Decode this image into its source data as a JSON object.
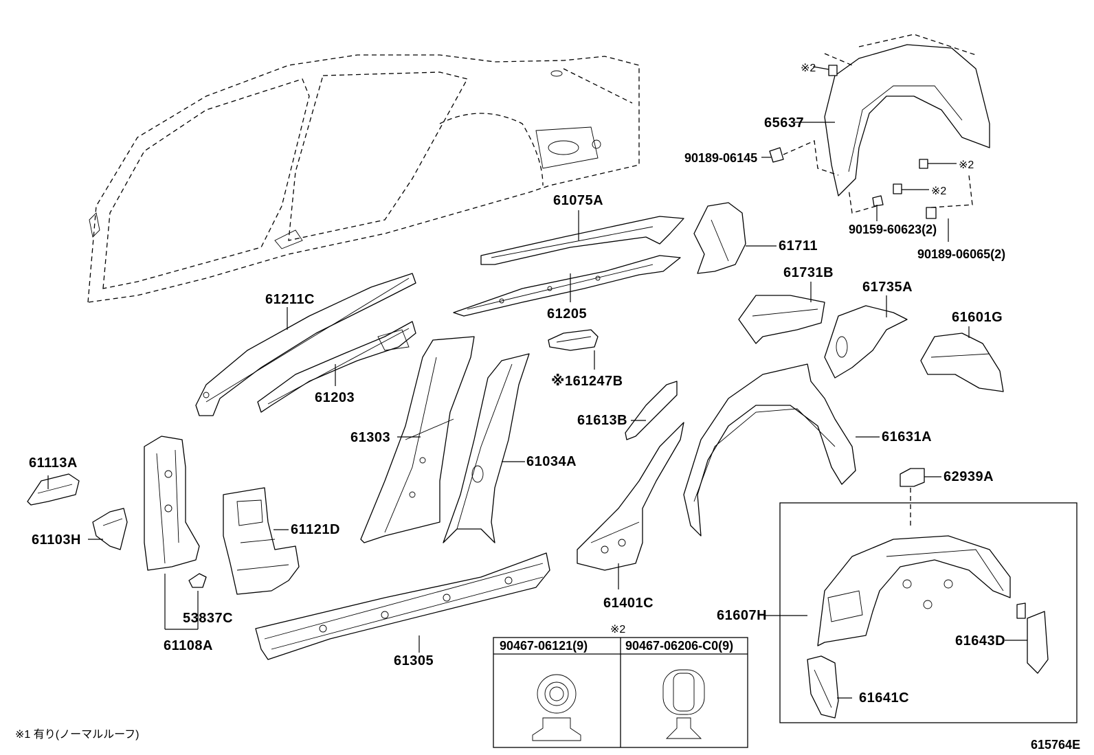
{
  "labels": {
    "p61075A": "61075A",
    "p61711": "61711",
    "p61731B": "61731B",
    "p61735A": "61735A",
    "p61601G": "61601G",
    "p61211C": "61211C",
    "p61205": "61205",
    "p61203": "61203",
    "p61247B": "※161247B",
    "p61303": "61303",
    "p61034A": "61034A",
    "p61613B": "61613B",
    "p61631A": "61631A",
    "p62939A": "62939A",
    "p61113A": "61113A",
    "p61103H": "61103H",
    "p61121D": "61121D",
    "p61401C": "61401C",
    "p53837C": "53837C",
    "p61108A": "61108A",
    "p61305": "61305",
    "p61607H": "61607H",
    "p61643D": "61643D",
    "p61641C": "61641C",
    "p65637": "65637",
    "p9018906145": "90189-06145",
    "p9015960623": "90159-60623(2)",
    "p9018906065": "90189-06065(2)",
    "mark2a": "※2",
    "mark2b": "※2",
    "mark2c": "※2"
  },
  "clip_table": {
    "header_mark": "※2",
    "col1": "90467-06121(9)",
    "col2": "90467-06206-C0(9)"
  },
  "footnote": "※1 有り(ノーマルルーフ)",
  "diagram_id": "615764E"
}
